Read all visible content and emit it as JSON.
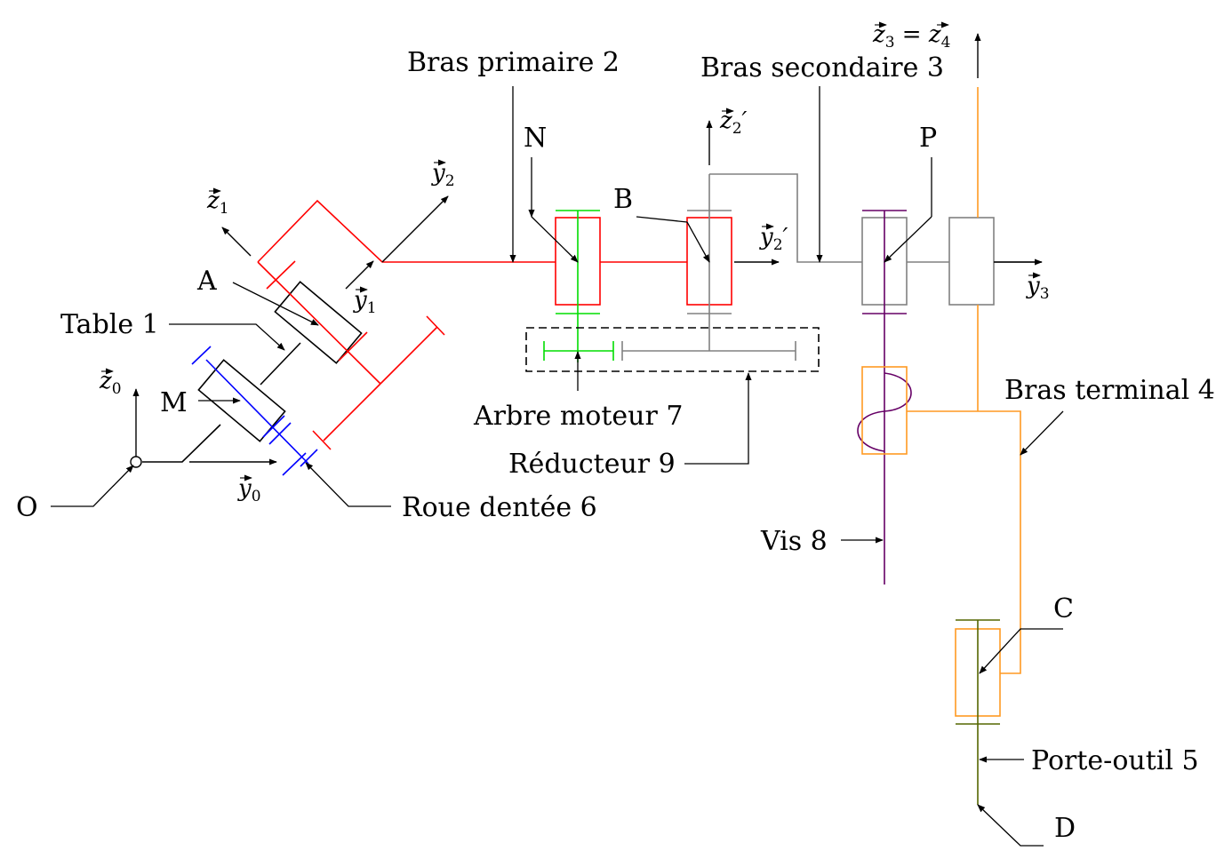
{
  "labels": {
    "bras_primaire": "Bras primaire 2",
    "bras_secondaire": "Bras secondaire 3",
    "bras_terminal": "Bras terminal 4",
    "table": "Table 1",
    "arbre_moteur": "Arbre moteur 7",
    "reducteur": "Réducteur 9",
    "roue_dentee": "Roue dentée 6",
    "vis": "Vis 8",
    "porte_outil": "Porte-outil 5"
  },
  "points": {
    "O": "O",
    "M": "M",
    "A": "A",
    "N": "N",
    "B": "B",
    "P": "P",
    "C": "C",
    "D": "D"
  },
  "vectors": {
    "z0": {
      "base": "z",
      "sub": "0",
      "prime": ""
    },
    "y0": {
      "base": "y",
      "sub": "0",
      "prime": ""
    },
    "z1": {
      "base": "z",
      "sub": "1",
      "prime": ""
    },
    "y1": {
      "base": "y",
      "sub": "1",
      "prime": ""
    },
    "y2": {
      "base": "y",
      "sub": "2",
      "prime": ""
    },
    "z2p": {
      "base": "z",
      "sub": "2",
      "prime": "′"
    },
    "y2p": {
      "base": "y",
      "sub": "2",
      "prime": "′"
    },
    "y3": {
      "base": "y",
      "sub": "3",
      "prime": ""
    },
    "z3z4": {
      "a": "z",
      "a_sub": "3",
      "eq": " = ",
      "b": "z",
      "b_sub": "4"
    }
  },
  "colors": {
    "table": "#000000",
    "roue_dentee": "#0000ff",
    "bras_primaire": "#ff0000",
    "arbre_moteur": "#00dd00",
    "bras_secondaire": "#808080",
    "vis": "#660066",
    "bras_terminal": "#ff9922",
    "porte_outil": "#556600"
  }
}
